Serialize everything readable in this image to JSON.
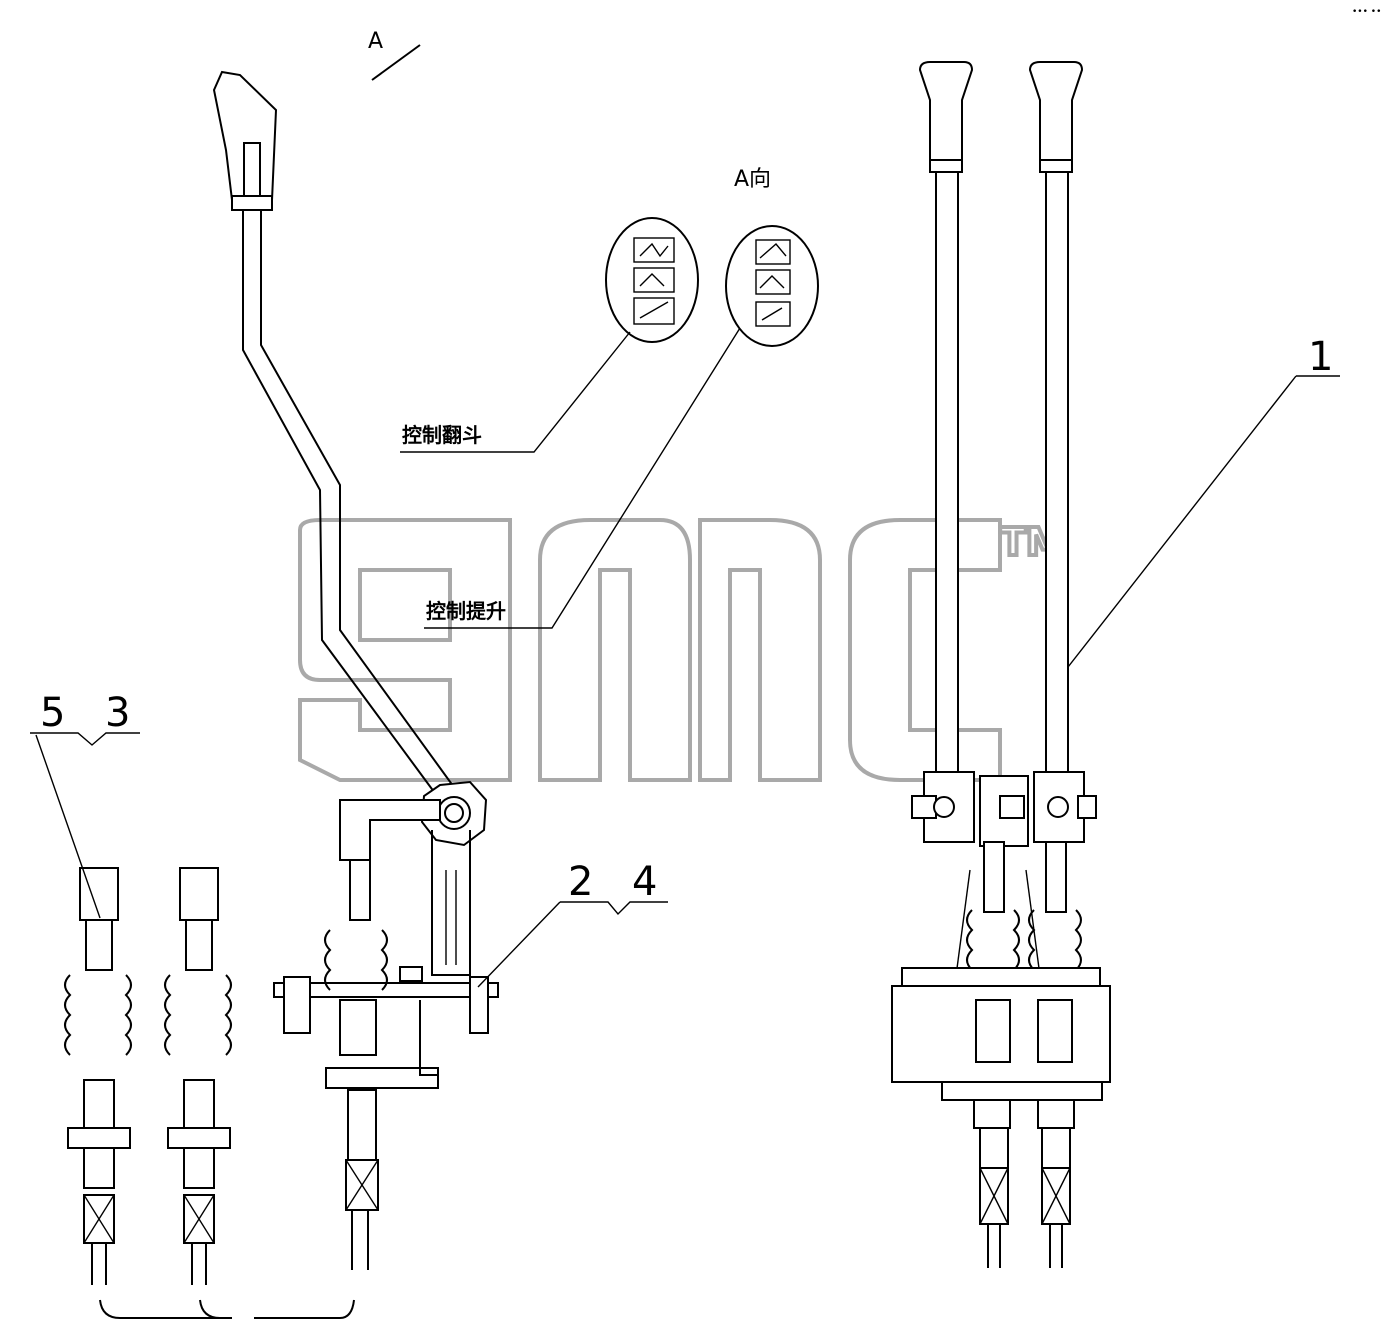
{
  "view_label": "A",
  "view_direction_label": "A向",
  "annotations": {
    "dump_control": "控制翻斗",
    "lift_control": "控制提升"
  },
  "callouts": {
    "c1": "1",
    "c2": "2",
    "c3": "3",
    "c4": "4",
    "c5": "5"
  },
  "watermark": {
    "text": "gmc",
    "trademark": "TM",
    "color": "#a9a9a9"
  },
  "corner_mark": "••• ••"
}
